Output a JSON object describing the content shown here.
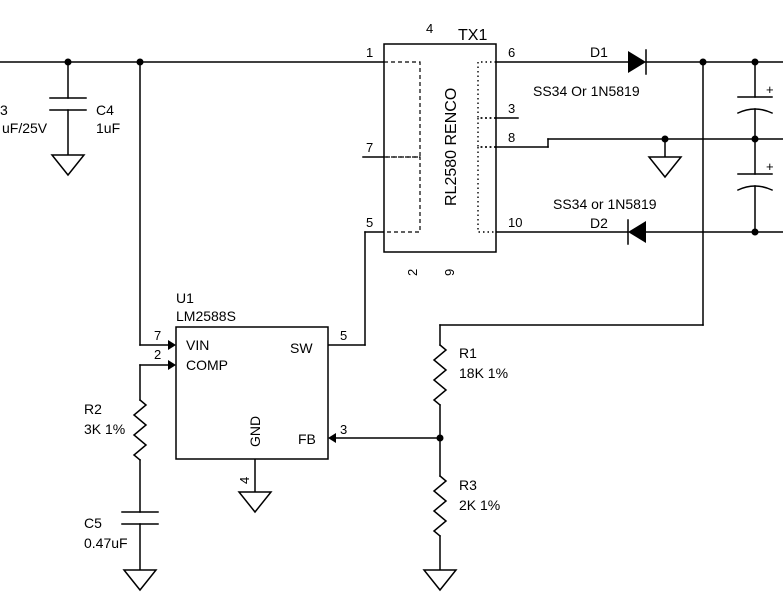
{
  "parts": {
    "tx1": {
      "ref": "TX1",
      "value": "RL2580 RENCO",
      "pins": {
        "p1": "1",
        "p2": "2",
        "p3": "3",
        "p4": "4",
        "p5": "5",
        "p6": "6",
        "p7": "7",
        "p8": "8",
        "p9": "9",
        "p10": "10"
      }
    },
    "u1": {
      "ref": "U1",
      "value": "LM2588S",
      "pin_names": {
        "vin": "VIN",
        "comp": "COMP",
        "sw": "SW",
        "fb": "FB",
        "gnd": "GND"
      },
      "pins": {
        "vin": "7",
        "comp": "2",
        "sw": "5",
        "fb": "3",
        "gnd": "4"
      }
    },
    "d1": {
      "ref": "D1",
      "value": "SS34 Or 1N5819"
    },
    "d2": {
      "ref": "D2",
      "value": "SS34 or 1N5819"
    },
    "c3": {
      "ref_partial": "3",
      "value_partial": "uF/25V"
    },
    "c4": {
      "ref": "C4",
      "value": "1uF"
    },
    "c5": {
      "ref": "C5",
      "value": "0.47uF"
    },
    "r1": {
      "ref": "R1",
      "value": "18K 1%"
    },
    "r2": {
      "ref": "R2",
      "value": "3K 1%"
    },
    "r3": {
      "ref": "R3",
      "value": "2K  1%"
    },
    "out_caps": {
      "polarity": "+"
    }
  }
}
